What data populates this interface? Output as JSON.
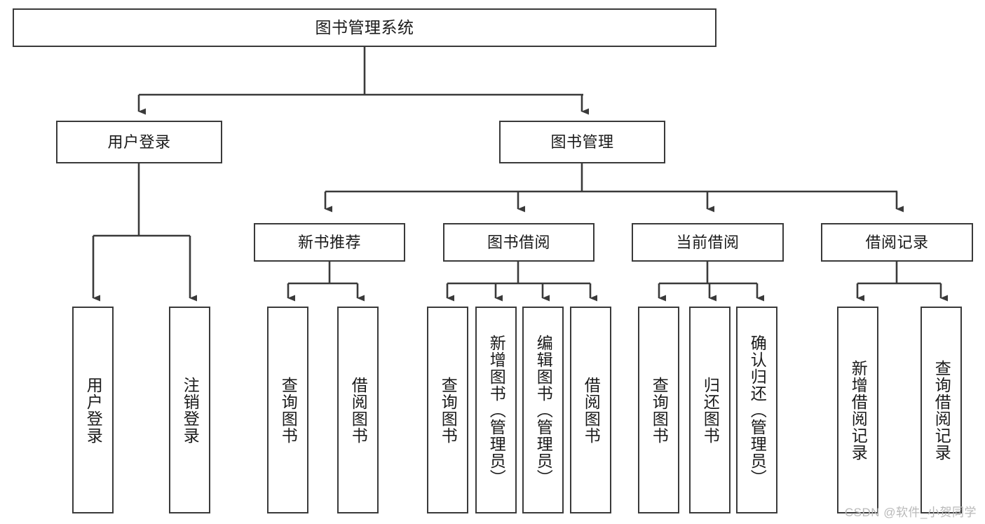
{
  "diagram": {
    "type": "tree-hierarchy",
    "title": "图书管理系统",
    "watermark": "CSDN @软件_小贺同学",
    "colors": {
      "stroke": "#3a3a3a",
      "fill": "#ffffff",
      "text": "#1a1a1a",
      "watermark": "#b9b9b9"
    },
    "nodes": {
      "root": {
        "label": "图书管理系统"
      },
      "level1": [
        {
          "label": "用户登录"
        },
        {
          "label": "图书管理"
        }
      ],
      "level2": [
        {
          "label": "新书推荐"
        },
        {
          "label": "图书借阅"
        },
        {
          "label": "当前借阅"
        },
        {
          "label": "借阅记录"
        }
      ],
      "leaves": {
        "user_login": [
          {
            "label": "用户登录"
          },
          {
            "label": "注销登录"
          }
        ],
        "new_book": [
          {
            "label": "查询图书"
          },
          {
            "label": "借阅图书"
          }
        ],
        "book_borrow": [
          {
            "label": "查询图书"
          },
          {
            "label": "新增图书（管理员）"
          },
          {
            "label": "编辑图书（管理员）"
          },
          {
            "label": "借阅图书"
          }
        ],
        "current_borrow": [
          {
            "label": "查询图书"
          },
          {
            "label": "归还图书"
          },
          {
            "label": "确认归还（管理员）"
          }
        ],
        "borrow_record": [
          {
            "label": "新增借阅记录"
          },
          {
            "label": "查询借阅记录"
          }
        ]
      }
    }
  }
}
